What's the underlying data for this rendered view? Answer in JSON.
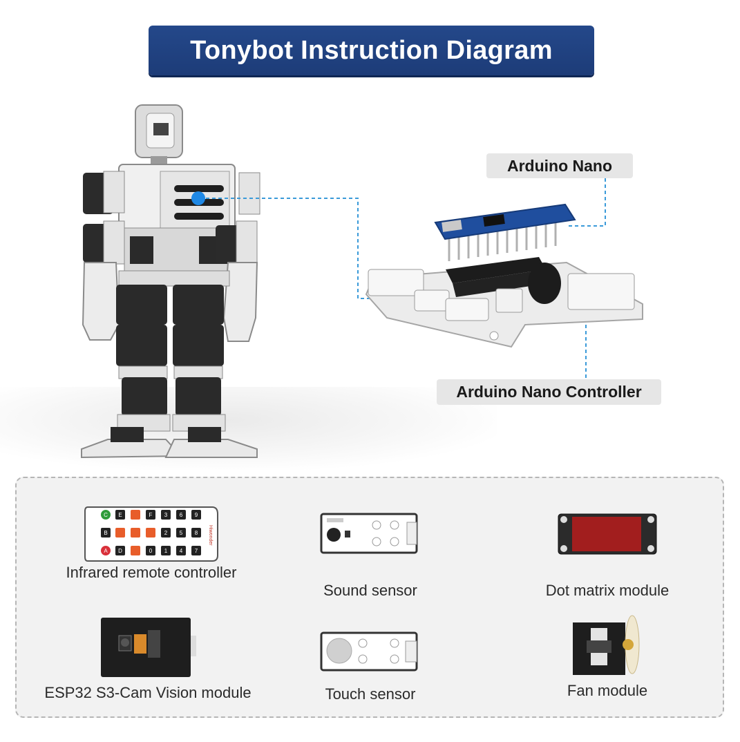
{
  "title": "Tonybot Instruction Diagram",
  "callouts": {
    "nano": "Arduino Nano",
    "controller": "Arduino Nano Controller"
  },
  "colors": {
    "banner": "#1d3c78",
    "leader_line": "#3a9ad9",
    "marker": "#1e88e5"
  },
  "modules": [
    {
      "label": "Infrared remote controller",
      "icon": "ir-remote-icon"
    },
    {
      "label": "Sound sensor",
      "icon": "sound-sensor-icon"
    },
    {
      "label": "Dot matrix module",
      "icon": "dot-matrix-icon"
    },
    {
      "label": "ESP32 S3-Cam Vision module",
      "icon": "camera-module-icon"
    },
    {
      "label": "Touch sensor",
      "icon": "touch-sensor-icon"
    },
    {
      "label": "Fan module",
      "icon": "fan-module-icon"
    }
  ],
  "remote_keys": {
    "row1": [
      "C",
      "E",
      "",
      "F",
      "3",
      "6",
      "9"
    ],
    "row2": [
      "B",
      "",
      "",
      "",
      "2",
      "5",
      "8"
    ],
    "row3": [
      "A",
      "D",
      "",
      "0",
      "1",
      "4",
      "7"
    ]
  },
  "brand": "Hiwonder"
}
